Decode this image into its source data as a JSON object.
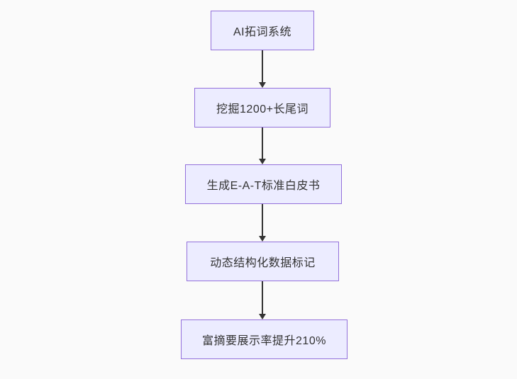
{
  "diagram": {
    "type": "flowchart",
    "direction": "top-down",
    "nodes": [
      {
        "id": "step-1",
        "label": "AI拓词系统"
      },
      {
        "id": "step-2",
        "label": "挖掘1200+长尾词"
      },
      {
        "id": "step-3",
        "label": "生成E-A-T标准白皮书"
      },
      {
        "id": "step-4",
        "label": "动态结构化数据标记"
      },
      {
        "id": "step-5",
        "label": "富摘要展示率提升210%"
      }
    ],
    "edges": [
      {
        "from": "step-1",
        "to": "step-2"
      },
      {
        "from": "step-2",
        "to": "step-3"
      },
      {
        "from": "step-3",
        "to": "step-4"
      },
      {
        "from": "step-4",
        "to": "step-5"
      }
    ],
    "colors": {
      "node_fill": "#ECECFF",
      "node_border": "#9370DB",
      "arrow": "#333333",
      "text": "#333333",
      "background": "#FAFAFA"
    }
  }
}
